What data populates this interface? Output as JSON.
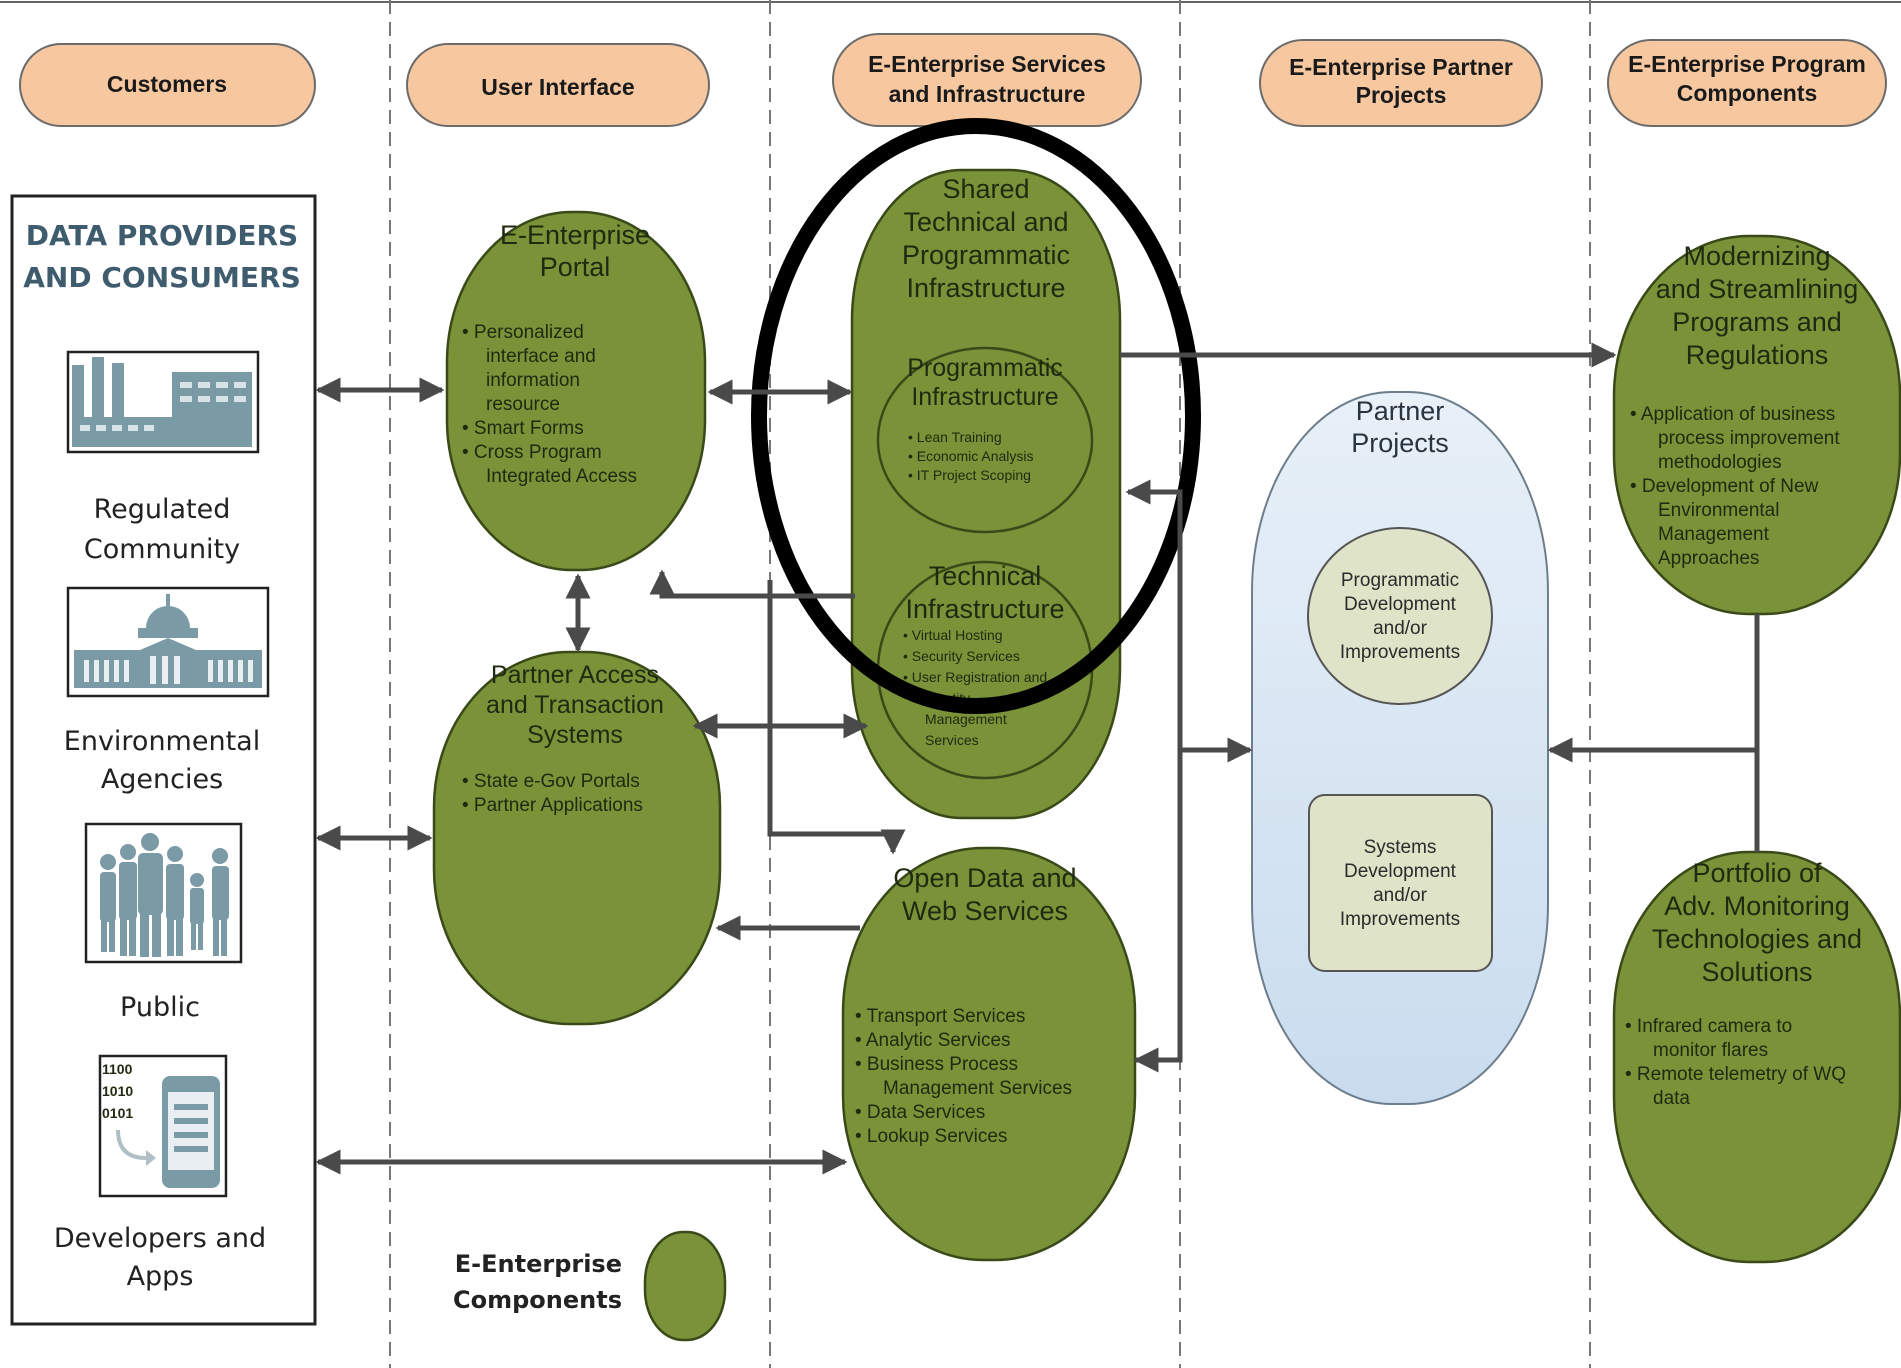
{
  "headers": {
    "customers": [
      "Customers"
    ],
    "user_interface": [
      "User Interface"
    ],
    "services": [
      "E-Enterprise Services",
      "and Infrastructure"
    ],
    "partner_projects": [
      "E-Enterprise Partner",
      "Projects"
    ],
    "program_components": [
      "E-Enterprise Program",
      "Components"
    ]
  },
  "data_providers": {
    "title": [
      "DATA PROVIDERS",
      "AND CONSUMERS"
    ],
    "regulated_community": [
      "Regulated",
      "Community"
    ],
    "environmental_agencies": [
      "Environmental",
      "Agencies"
    ],
    "public": [
      "Public"
    ],
    "developers": [
      "Developers and",
      "Apps"
    ],
    "binary_digits": [
      "1100",
      "1010",
      "0101"
    ]
  },
  "portal": {
    "title": [
      "E-Enterprise",
      "Portal"
    ],
    "bullets": [
      "• Personalized",
      "interface and",
      "information",
      "resource",
      "• Smart Forms",
      "• Cross Program",
      "Integrated Access"
    ]
  },
  "partner_access": {
    "title": [
      "Partner Access",
      "and Transaction",
      "Systems"
    ],
    "bullets": [
      "• State e-Gov Portals",
      "• Partner Applications"
    ]
  },
  "shared_infra": {
    "title": [
      "Shared",
      "Technical and",
      "Programmatic",
      "Infrastructure"
    ]
  },
  "programmatic_infra": {
    "title": [
      "Programmatic",
      "Infrastructure"
    ],
    "bullets": [
      "• Lean Training",
      "• Economic Analysis",
      "• IT Project Scoping"
    ]
  },
  "technical_infra": {
    "title": [
      "Technical",
      "Infrastructure"
    ],
    "bullets": [
      "• Virtual Hosting",
      "• Security Services",
      "• User Registration and",
      "Identity",
      "Management",
      "Services"
    ]
  },
  "open_data": {
    "title": [
      "Open Data and",
      "Web Services"
    ],
    "bullets": [
      "• Transport Services",
      "• Analytic Services",
      "• Business Process",
      "Management Services",
      "• Data Services",
      "• Lookup Services"
    ]
  },
  "partner_projects": {
    "title": [
      "Partner",
      "Projects"
    ],
    "programmatic": [
      "Programmatic",
      "Development",
      "and/or",
      "Improvements"
    ],
    "systems": [
      "Systems",
      "Development",
      "and/or",
      "Improvements"
    ]
  },
  "modernizing": {
    "title": [
      "Modernizing",
      "and Streamlining",
      "Programs and",
      "Regulations"
    ],
    "bullets": [
      "• Application of business",
      "process improvement",
      "methodologies",
      "• Development of New",
      "Environmental",
      "Management",
      "Approaches"
    ]
  },
  "portfolio": {
    "title": [
      "Portfolio of",
      "Adv. Monitoring",
      "Technologies and",
      "Solutions"
    ],
    "bullets": [
      "• Infrared camera to",
      "monitor flares",
      "• Remote telemetry of WQ",
      "data"
    ]
  },
  "legend": {
    "label": [
      "E-Enterprise",
      "Components"
    ]
  },
  "colors": {
    "component_green": "#7a9238",
    "header_peach": "#f7c8a0",
    "partner_blue": "#d6e5f3",
    "highlight_ring": "#000000"
  }
}
